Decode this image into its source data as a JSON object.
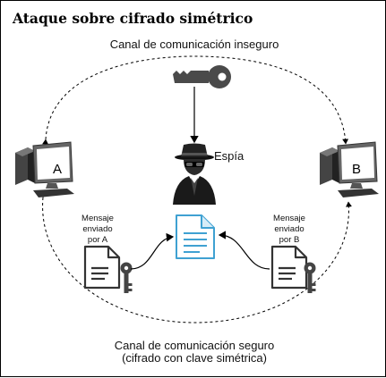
{
  "title": "Ataque sobre cifrado simétrico",
  "channels": {
    "insecure": "Canal de comunicación inseguro",
    "secure_line1": "Canal de comunicación seguro",
    "secure_line2": "(cifrado con clave simétrica)"
  },
  "spy_label": "Espía",
  "computers": {
    "a_label": "A",
    "b_label": "B"
  },
  "messages": {
    "a": [
      "Mensaje",
      "enviado",
      "por A"
    ],
    "b": [
      "Mensaje",
      "enviado",
      "por B"
    ]
  },
  "icons": {
    "key": "key-icon",
    "spy": "spy-icon",
    "computer": "desktop-computer-icon",
    "document": "document-icon",
    "encrypted_document": "document-with-key-icon"
  },
  "colors": {
    "outline": "#000000",
    "key_gray": "#4a4a4a",
    "plain_doc_blue": "#3fa1d2",
    "plain_doc_fill": "#ffffff",
    "computer_body": "#555555"
  }
}
